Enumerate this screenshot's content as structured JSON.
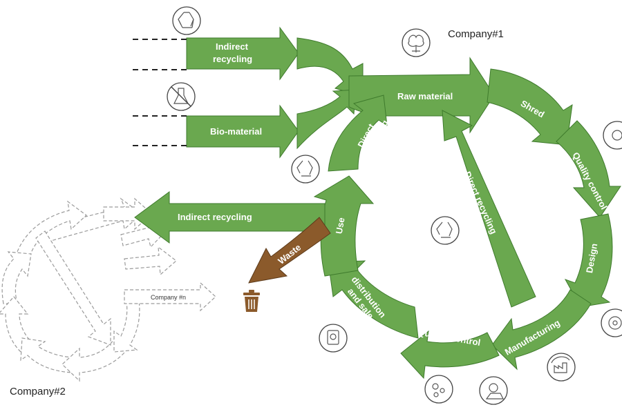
{
  "colors": {
    "arrow_fill": "#6aa84f",
    "arrow_stroke": "#3e7a2c",
    "waste_fill": "#8b5a2b",
    "dashed": "#999999",
    "text_dark": "#222222"
  },
  "companies": {
    "company1": "Company#1",
    "company2": "Company#2",
    "company_n": "Company #n"
  },
  "inputs": {
    "indirect_recycling_line1": "Indirect",
    "indirect_recycling_line2": "recycling",
    "bio_material": "Bio-material"
  },
  "flows": {
    "raw_material": "Raw material",
    "direct_recycling_inner_line1": "Direct",
    "direct_recycling_inner_line2": "recycling",
    "direct_recycling_diagonal": "Direct recycling",
    "indirect_recycling_out": "Indirect recycling",
    "waste": "Waste",
    "use": "Use"
  },
  "cycle_stages": {
    "shred": "Shred",
    "quality_control_top": "Quality control",
    "design": "Design",
    "manufacturing": "Manufacturing",
    "quality_control_bottom": "Quality control",
    "distribution_line1": "distribution",
    "distribution_line2": "and sale"
  },
  "icons": [
    "recycle-icon",
    "no-chemicals-icon",
    "cotton-plant-icon",
    "recycle-icon",
    "recycle-icon",
    "certificate-icon",
    "microscope-icon",
    "gem-ring-icon",
    "factory-cycle-icon",
    "gear-icon",
    "fabric-roll-icon",
    "trash-can-icon"
  ]
}
